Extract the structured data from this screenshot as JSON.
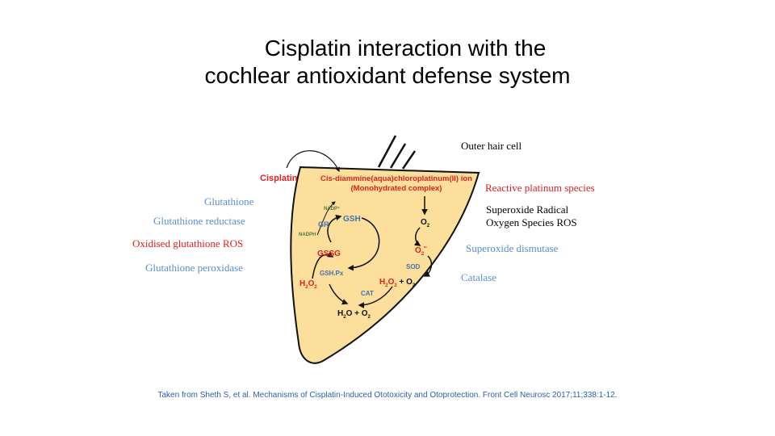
{
  "title": {
    "line1": "Cisplatin interaction with the",
    "line2": "cochlear antioxidant defense system"
  },
  "left_labels": {
    "glutathione": "Glutathione",
    "glutathione_reductase": "Glutathione reductase",
    "oxidised_glutathione": "Oxidised glutathione ROS",
    "glutathione_peroxidase": "Glutathione peroxidase"
  },
  "right_labels": {
    "outer_hair_cell": "Outer hair cell",
    "reactive_platinum": "Reactive platinum species",
    "superoxide_line1": "Superoxide Radical",
    "superoxide_line2": "Oxygen Species ROS",
    "superoxide_dismutase": "Superoxide dismutase",
    "catalase": "Catalase"
  },
  "diagram": {
    "cisplatin": "Cisplatin",
    "complex_line1": "Cis-diammine(aqua)chloroplatinum(II) ion",
    "complex_line2": "(Monohydrated complex)",
    "nadp_plus": "NADP⁺",
    "gr": "GR",
    "nadph": "NADPH",
    "gsh": "GSH",
    "gssg": "GSSG",
    "gsh_px": "GSH.Px",
    "o2": "O",
    "o2_sub": "2",
    "superoxide": "O",
    "superoxide_sub": "2",
    "superoxide_sup": "•-",
    "sod": "SOD",
    "h2o2_left": "H",
    "h2o2_right": "H",
    "plus_o2": " + O",
    "cat": "CAT",
    "water": "H",
    "water_mid": "O + O",
    "sub2": "2"
  },
  "colors": {
    "cell_fill": "#fbdf9b",
    "red": "#e0201c",
    "blue": "#5b8ec9",
    "green": "#4d7a3a",
    "enzyme_blue": "#3d73b8"
  },
  "citation": "Taken from Sheth S, et al. Mechanisms of Cisplatin-Induced Ototoxicity and Otoprotection. Front Cell Neurosc 2017;11;338:1-12."
}
